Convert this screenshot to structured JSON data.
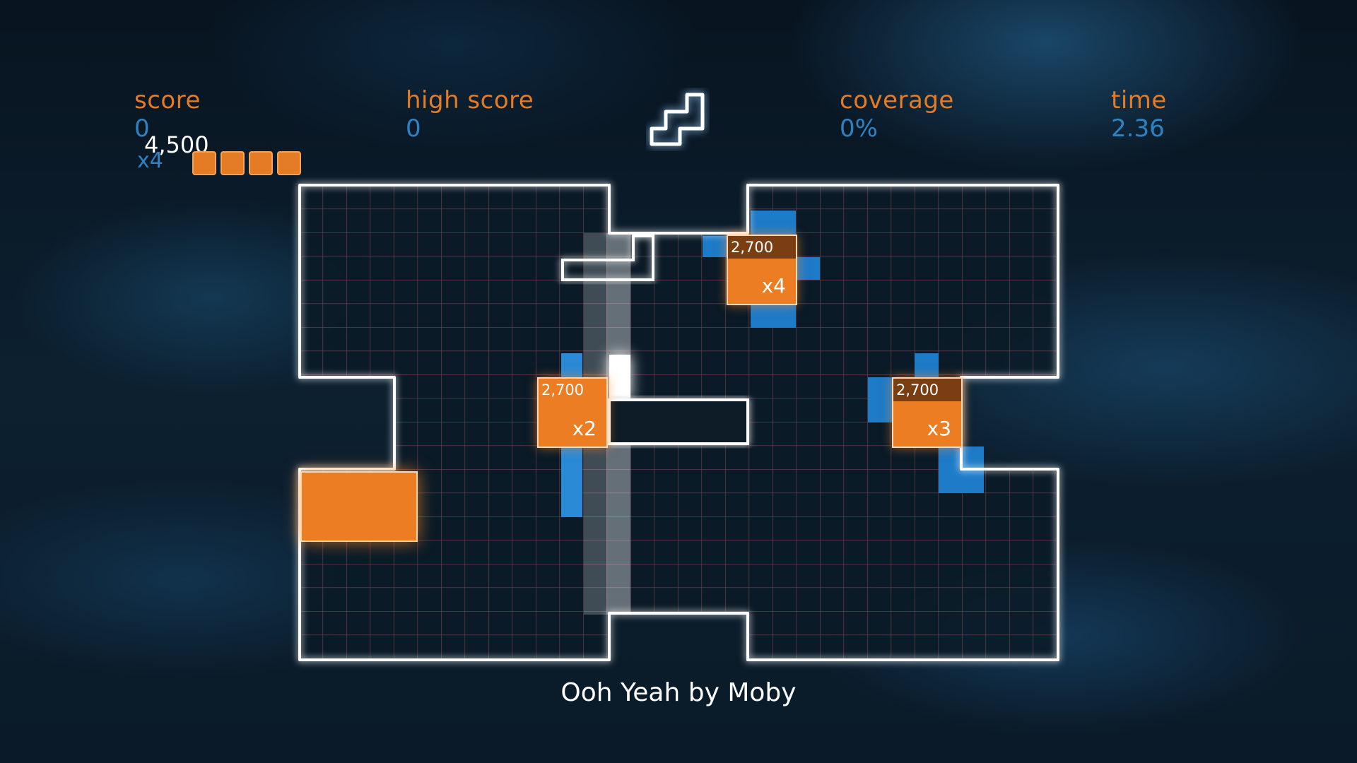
{
  "hud": {
    "score_label": "score",
    "score_value": "0",
    "high_score_label": "high score",
    "high_score_value": "0",
    "coverage_label": "coverage",
    "coverage_value": "0%",
    "time_label": "time",
    "time_value": "2.36"
  },
  "combo": {
    "floating_score": "4,500",
    "multiplier": "x4",
    "chain_count": 4
  },
  "next_piece": {
    "icon": "s-tetromino-outline-icon"
  },
  "cards": [
    {
      "points": "2,700",
      "multiplier": "x4"
    },
    {
      "points": "2,700",
      "multiplier": "x2"
    },
    {
      "points": "2,700",
      "multiplier": "x3"
    }
  ],
  "song": "Ooh Yeah by Moby",
  "colors": {
    "accent_orange": "#e47b25",
    "hud_blue": "#2f82c2",
    "piece_blue": "#1e7bc8",
    "outline": "#ffffff"
  }
}
